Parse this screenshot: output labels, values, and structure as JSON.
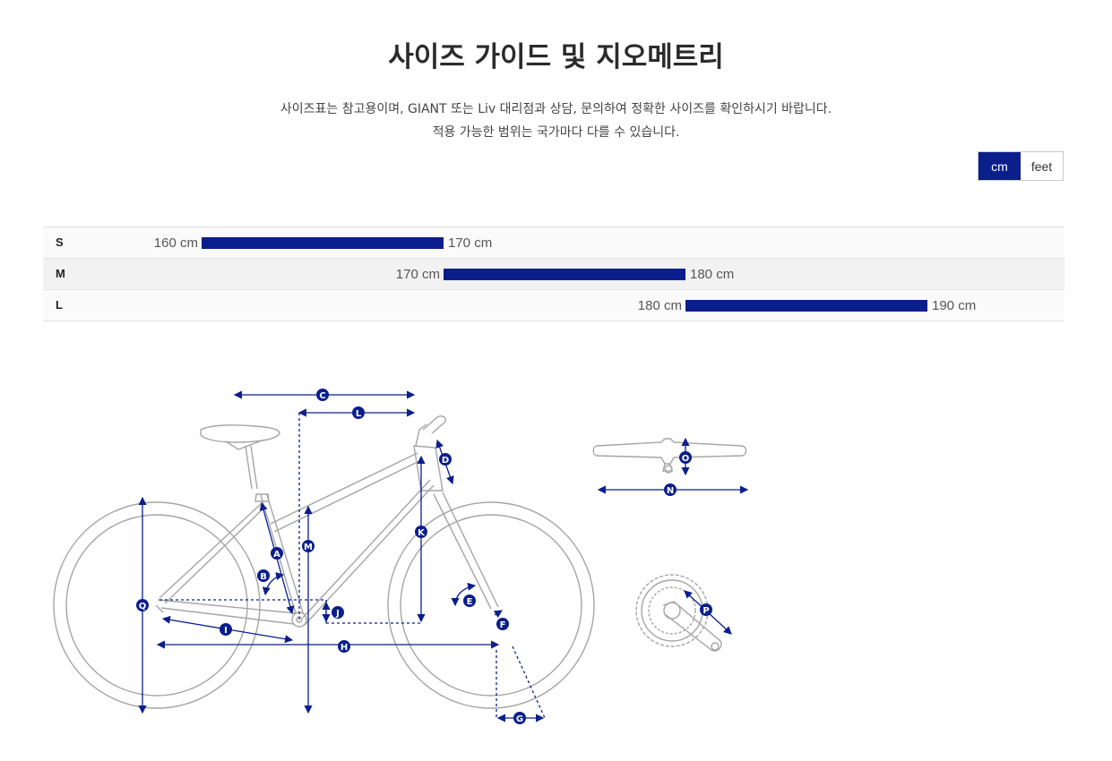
{
  "page_title": "사이즈 가이드 및 지오메트리",
  "description": [
    "사이즈표는 참고용이며, GIANT 또는 Liv 대리점과 상담, 문의하여 정확한 사이즈를 확인하시기 바랍니다.",
    "적용 가능한 범위는 국가마다 다를 수 있습니다."
  ],
  "units": {
    "metric_label": "cm",
    "imperial_label": "feet",
    "selected": "cm"
  },
  "size_chart": {
    "scale_min": 160,
    "scale_max": 190,
    "rows": [
      {
        "size": "S",
        "min_label": "160 cm",
        "max_label": "170 cm",
        "min": 160,
        "max": 170
      },
      {
        "size": "M",
        "min_label": "170 cm",
        "max_label": "180 cm",
        "min": 170,
        "max": 180
      },
      {
        "size": "L",
        "min_label": "180 cm",
        "max_label": "190 cm",
        "min": 180,
        "max": 190
      }
    ]
  },
  "colors": {
    "accent": "#0a1e8c",
    "line": "#9a9a9a"
  },
  "geometry_markers": [
    "A",
    "B",
    "C",
    "D",
    "E",
    "F",
    "G",
    "H",
    "I",
    "J",
    "K",
    "L",
    "M",
    "N",
    "O",
    "P",
    "Q"
  ]
}
